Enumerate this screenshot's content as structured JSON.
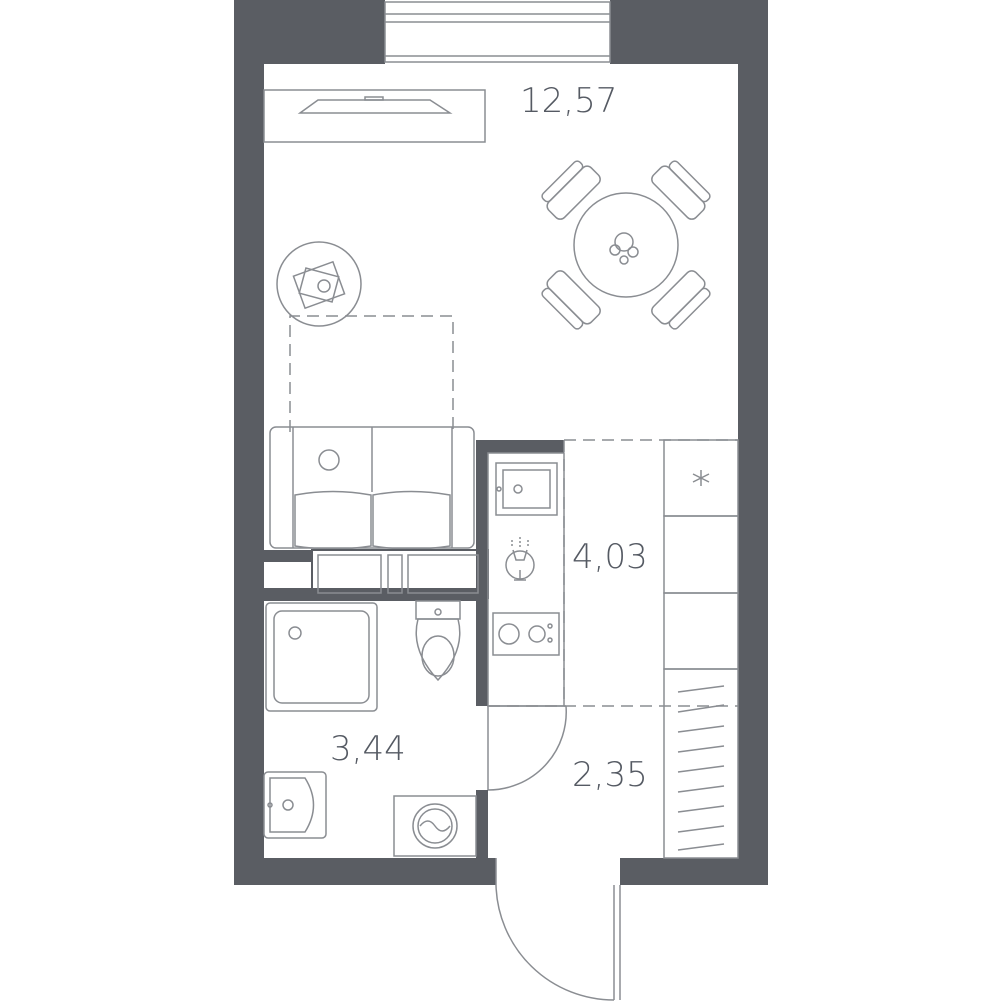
{
  "rooms": [
    {
      "id": "living",
      "area": "12,57"
    },
    {
      "id": "kitchen",
      "area": "4,03"
    },
    {
      "id": "bathroom",
      "area": "3,44"
    },
    {
      "id": "hallway",
      "area": "2,35"
    }
  ],
  "colors": {
    "wall": "#5a5d63",
    "line": "#8a8d92",
    "label": "#555a63"
  },
  "icons": [
    "window-icon",
    "tv-icon",
    "dining-table-icon",
    "coffee-table-icon",
    "sofa-icon",
    "sink-icon",
    "oven-icon",
    "hob-icon",
    "fridge-icon",
    "shower-icon",
    "toilet-icon",
    "washbasin-icon",
    "washing-machine-icon",
    "wardrobe-icon",
    "entrance-door-icon",
    "bathroom-door-icon"
  ]
}
